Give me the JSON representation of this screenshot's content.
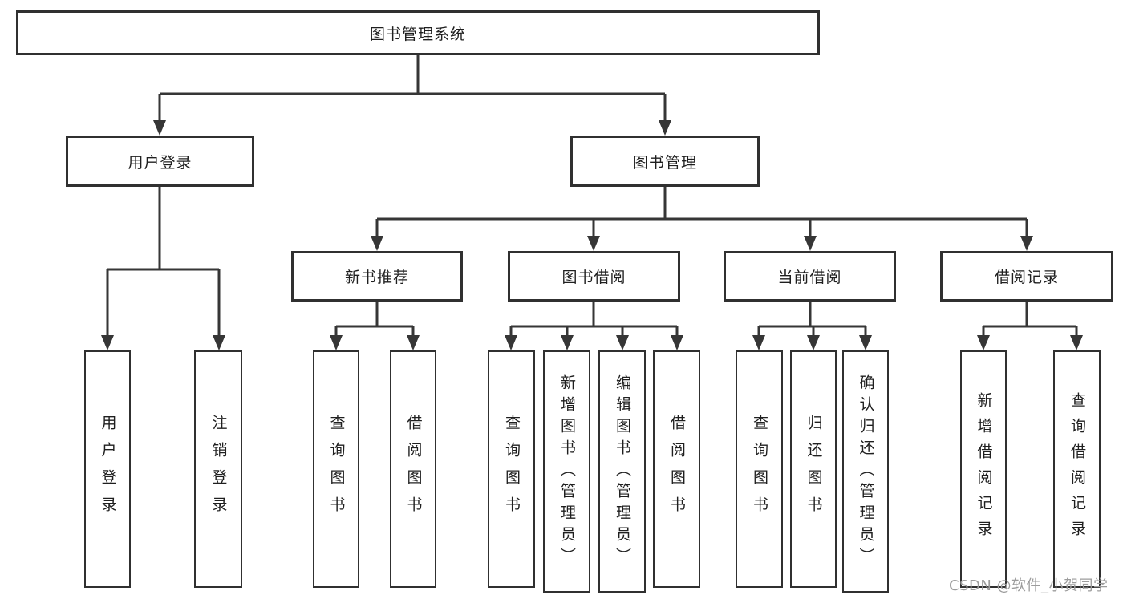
{
  "diagram": {
    "root": {
      "label": "图书管理系统"
    },
    "level2": [
      {
        "label": "用户登录"
      },
      {
        "label": "图书管理"
      }
    ],
    "level3": [
      {
        "label": "新书推荐"
      },
      {
        "label": "图书借阅"
      },
      {
        "label": "当前借阅"
      },
      {
        "label": "借阅记录"
      }
    ],
    "leaves": [
      {
        "label": "用户登录"
      },
      {
        "label": "注销登录"
      },
      {
        "label": "查询图书"
      },
      {
        "label": "借阅图书"
      },
      {
        "label": "查询图书"
      },
      {
        "label": "新增图书（管理员）"
      },
      {
        "label": "编辑图书（管理员）"
      },
      {
        "label": "借阅图书"
      },
      {
        "label": "查询图书"
      },
      {
        "label": "归还图书"
      },
      {
        "label": "确认归还（管理员）"
      },
      {
        "label": "新增借阅记录"
      },
      {
        "label": "查询借阅记录"
      }
    ]
  },
  "watermark": {
    "text": "CSDN @软件_小贺同学"
  },
  "colors": {
    "line": "#363636",
    "box_border": "#303030",
    "text": "#1f1f1f",
    "watermark": "#9c9c9c"
  }
}
